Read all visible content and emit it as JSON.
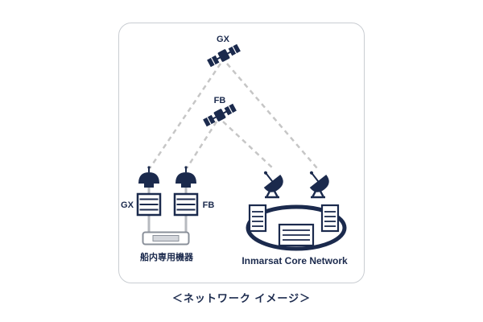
{
  "caption": "＜ネットワーク イメージ＞",
  "diagram": {
    "satellites": {
      "gx": {
        "label": "GX"
      },
      "fb": {
        "label": "FB"
      }
    },
    "ship": {
      "gx_label": "GX",
      "fb_label": "FB",
      "caption": "船内専用機器"
    },
    "core": {
      "caption": "Inmarsat Core Network"
    },
    "icons": [
      "gx-satellite-icon",
      "fb-satellite-icon",
      "radome-gx-icon",
      "radome-fb-icon",
      "gx-rack-icon",
      "fb-rack-icon",
      "ship-terminal-icon",
      "dish-antenna-left-icon",
      "dish-antenna-right-icon",
      "core-network-ring-icon",
      "server-left-icon",
      "server-center-icon",
      "server-right-icon"
    ],
    "colors": {
      "navy": "#1b2a4d",
      "dashed_link_gray": "#c6c6c6",
      "equipment_gray": "#8a909a",
      "connector_gray": "#b7babf"
    }
  }
}
